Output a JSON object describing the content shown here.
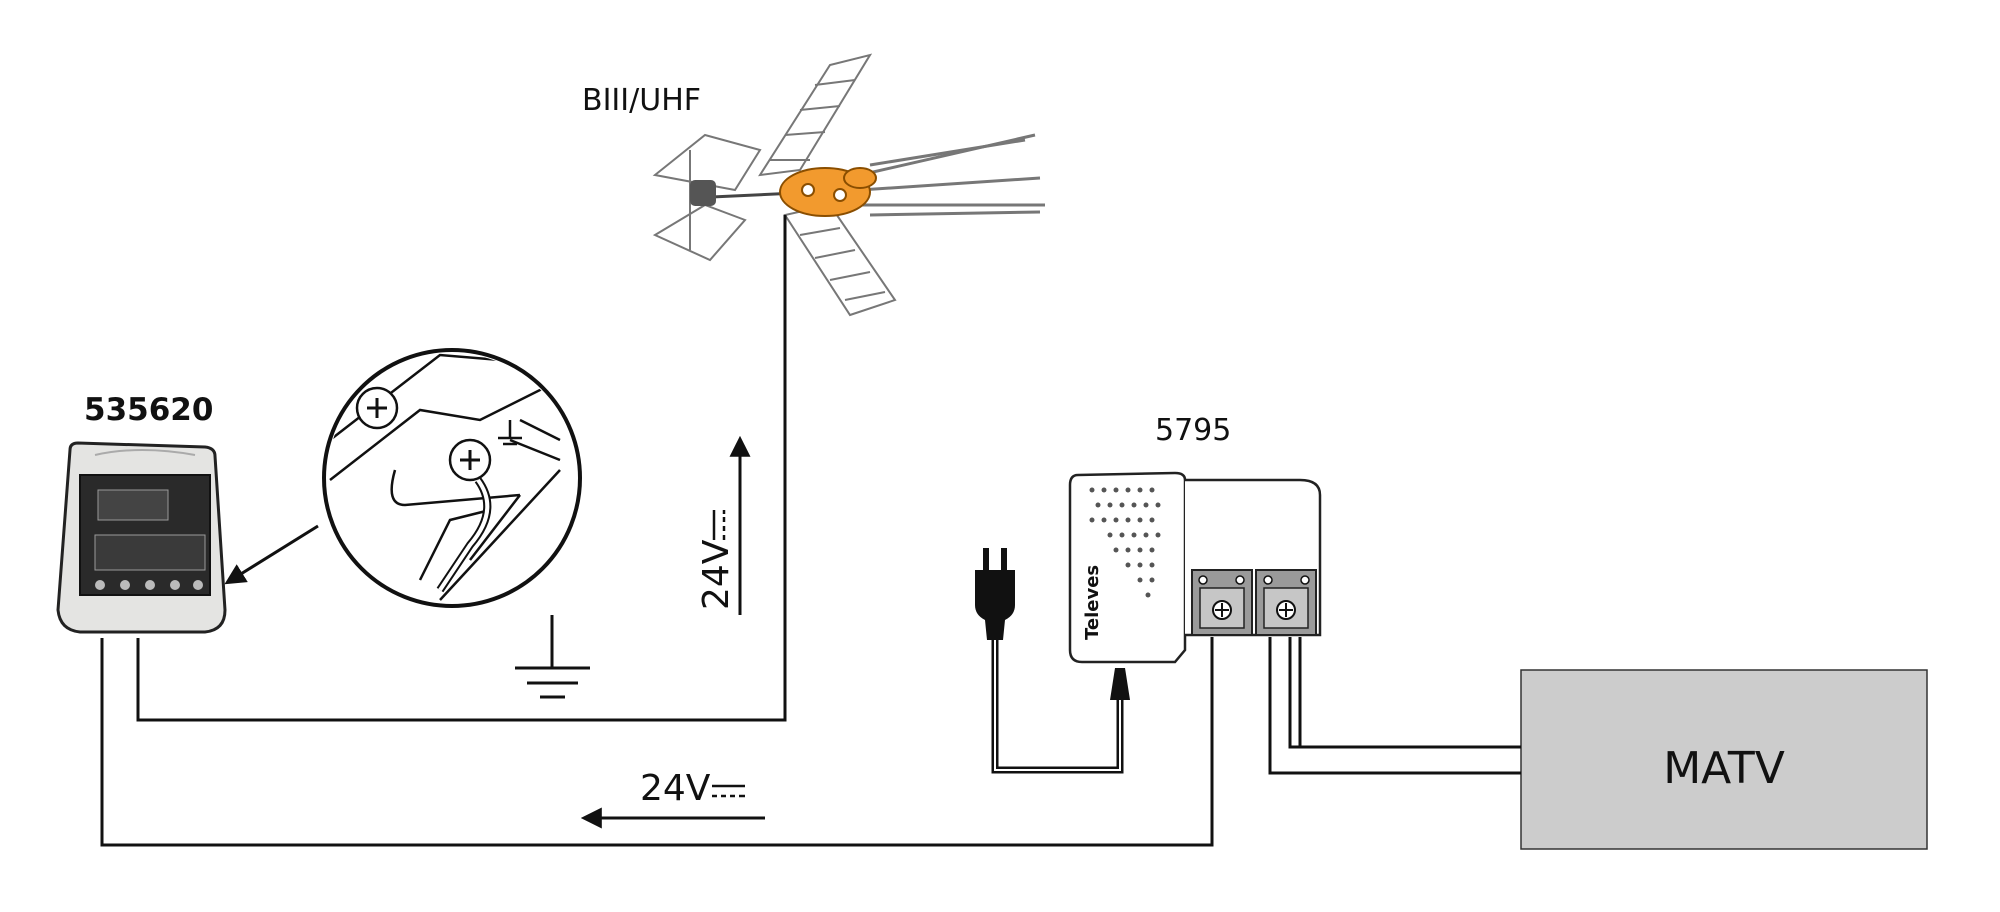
{
  "labels": {
    "antenna": "BIII/UHF",
    "amplifier_5795": "5795",
    "amplifier_535620": "535620",
    "matv": "MATV",
    "voltage_up": "24V",
    "voltage_down": "24V",
    "brand": "Televes"
  },
  "colors": {
    "antenna_accent": "#f29a2e",
    "matv_fill": "#cccccc",
    "device_fill": "#ffffff",
    "line": "#111111"
  },
  "icons": [
    "ground-symbol-icon",
    "dc-symbol-icon",
    "power-plug-icon",
    "screw-icon",
    "arrow-icon"
  ]
}
